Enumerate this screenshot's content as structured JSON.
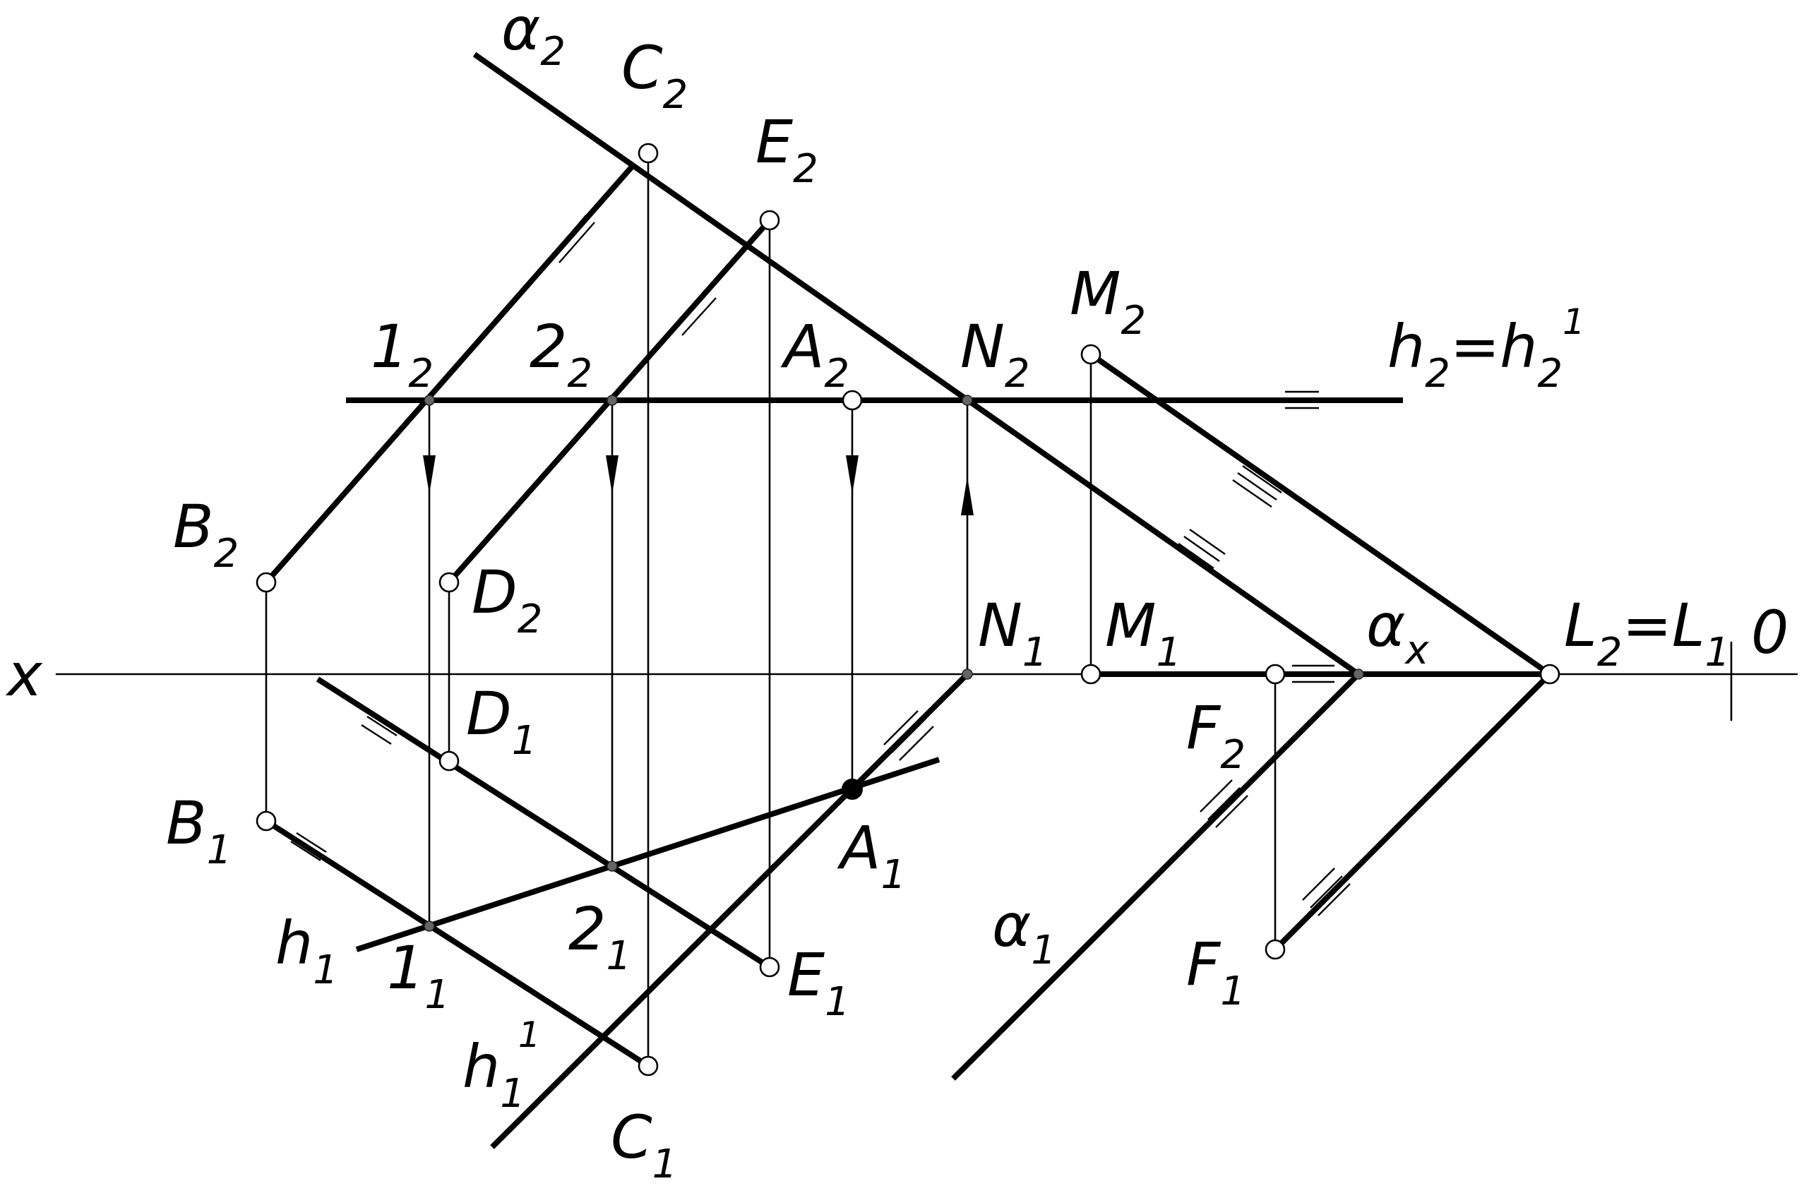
{
  "axis": {
    "x_label": "x",
    "o_label": "0"
  },
  "labels": {
    "alpha2": {
      "main": "α",
      "sub": "2"
    },
    "C2": {
      "main": "C",
      "sub": "2"
    },
    "E2": {
      "main": "E",
      "sub": "2"
    },
    "one2": {
      "main": "1",
      "sub": "2"
    },
    "two2": {
      "main": "2",
      "sub": "2"
    },
    "A2": {
      "main": "A",
      "sub": "2"
    },
    "N2": {
      "main": "N",
      "sub": "2"
    },
    "M2": {
      "main": "M",
      "sub": "2"
    },
    "h2eq": {
      "main1": "h",
      "sub1": "2",
      "eq": "=",
      "main2": "h",
      "sub2": "2",
      "sup2": "1"
    },
    "B2": {
      "main": "B",
      "sub": "2"
    },
    "D2": {
      "main": "D",
      "sub": "2"
    },
    "N1": {
      "main": "N",
      "sub": "1"
    },
    "M1": {
      "main": "M",
      "sub": "1"
    },
    "alphax": {
      "main": "α",
      "sub": "x"
    },
    "L2eqL1": {
      "main1": "L",
      "sub1": "2",
      "eq": "=",
      "main2": "L",
      "sub2": "1"
    },
    "D1": {
      "main": "D",
      "sub": "1"
    },
    "F2": {
      "main": "F",
      "sub": "2"
    },
    "B1": {
      "main": "B",
      "sub": "1"
    },
    "A1": {
      "main": "A",
      "sub": "1"
    },
    "two1": {
      "main": "2",
      "sub": "1"
    },
    "h1": {
      "main": "h",
      "sub": "1"
    },
    "one1": {
      "main": "1",
      "sub": "1"
    },
    "E1": {
      "main": "E",
      "sub": "1"
    },
    "alpha1": {
      "main": "α",
      "sub": "1"
    },
    "F1": {
      "main": "F",
      "sub": "1"
    },
    "h1prime": {
      "main": "h",
      "sub": "1",
      "sup": "1"
    },
    "C1": {
      "main": "C",
      "sub": "1"
    }
  }
}
